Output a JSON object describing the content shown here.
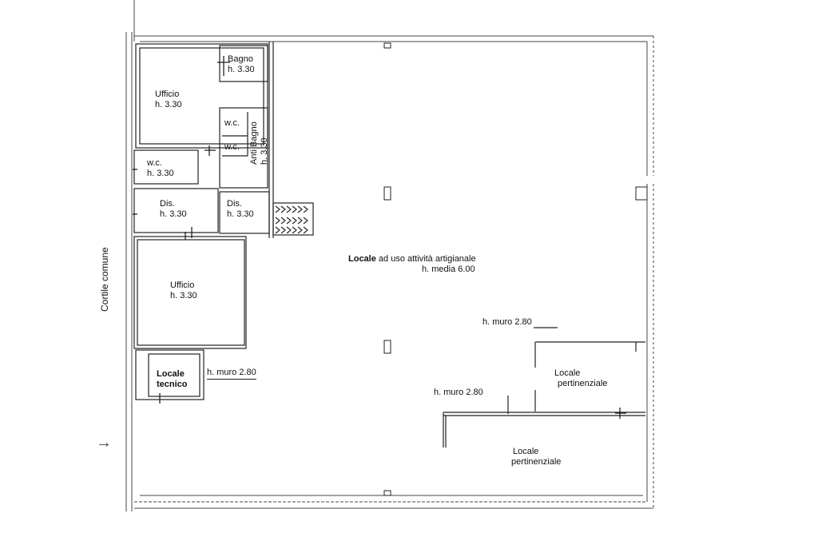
{
  "colors": {
    "wall": "#222222",
    "outer_wall": "#444444",
    "background": "#ffffff"
  },
  "rooms": {
    "bagno": {
      "name": "Bagno",
      "height": "h. 3.30"
    },
    "ufficio_top": {
      "name": "Ufficio",
      "height": "h. 3.30"
    },
    "wc_1": {
      "name": "w.c."
    },
    "wc_2": {
      "name": "w.c."
    },
    "anti_bagno": {
      "name": "Anti Bagno",
      "height": "h. 3.30"
    },
    "wc_left": {
      "name": "w.c.",
      "height": "h. 3.30"
    },
    "dis_left": {
      "name": "Dis.",
      "height": "h. 3.30"
    },
    "dis_right": {
      "name": "Dis.",
      "height": "h. 3.30"
    },
    "ufficio_mid": {
      "name": "Ufficio",
      "height": "h. 3.30"
    },
    "locale_tecnico": {
      "name_1": "Locale",
      "name_2": "tecnico"
    },
    "main_hall": {
      "name_bold": "Locale",
      "name_rest": " ad uso attività artigianale",
      "height": "h. media 6.00"
    },
    "pertinenziale_1": {
      "name_1": "Locale",
      "name_2": "pertinenziale"
    },
    "pertinenziale_2": {
      "name_1": "Locale",
      "name_2": "pertinenziale"
    }
  },
  "wall_notes": {
    "tecnico": "h. muro 2.80",
    "pert_1": "h. muro 2.80",
    "pert_2": "h. muro 2.80"
  },
  "courtyard": "Cortile comune",
  "entrance_arrow": "→"
}
